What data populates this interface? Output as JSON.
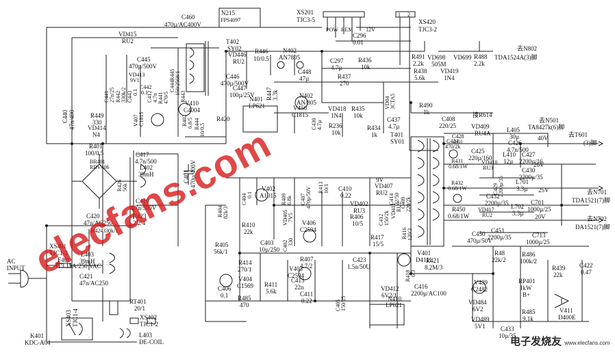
{
  "labels": {
    "n215": "N215",
    "n215_part": "FPS4097",
    "xs201": "XS201",
    "xs201_part": "TJC3-5",
    "xs420": "XS420",
    "xs420_part": "TJC3-2",
    "c460": "C460",
    "c460_val": "470µ/AC400V",
    "pin1": "1",
    "pin2": "2",
    "vd415": "VD415",
    "vd415_part": "RU2",
    "c445": "C445",
    "c445_val": "470µ/500V",
    "vd413": "VD413",
    "vd413_val": "9V1",
    "c442": "C442",
    "c442_val": "0.1",
    "t402": "T402",
    "t402_part": "SY02",
    "vd446": "VD446",
    "vd446_part": "RU2",
    "r446": "R446",
    "r446_val": "10/0.5",
    "n402a": "N402",
    "n402a_part": "AN7805",
    "c446": "C446",
    "c446_val": "470µ/500V",
    "c447": "C447",
    "c447_val": "100µ/25V",
    "c448": "C448",
    "c448_val": "47µ",
    "c297": "C297",
    "c297_val": "4.7µ",
    "c296": "C296",
    "c296_val": "0.01",
    "v12": "12V",
    "pow": "POW",
    "rem": "REM",
    "r436": "R436",
    "r436_val": "10k",
    "r437": "R437",
    "r437_val": "270",
    "r491": "R491",
    "r491_val": "2.2k",
    "vd698": "VD698",
    "vd698_val": "505M",
    "vd699": "VD699",
    "r488": "R488",
    "r488_val": "2.2k",
    "to_n802": "去N802",
    "to_n802_2": "TDA1524A(3)脚",
    "r438": "R438",
    "r438_val": "5.6k",
    "vd419": "VD419",
    "vd419_val": "1N4",
    "c440": "C440",
    "c440_val": "47n/400",
    "c441": "C441",
    "c441_val": "27n/25",
    "r442": "R442",
    "r442_val": "330k/2",
    "c443": "C443",
    "c443_val": "0.1",
    "r445": "R445",
    "r445_val": "68/1",
    "c412": "C412",
    "c412_val": "4.7n",
    "c444": "C444",
    "c444_val": "150/25",
    "r441": "R441",
    "r441_val": "470/5",
    "r443": "R443",
    "v410": "V410",
    "v410_part": "C4004",
    "n401": "N401",
    "n401_part": "LP621",
    "r447": "R447",
    "r447_val": "3.3k",
    "n402b": "N402",
    "n402b_part": "AN/805",
    "v450": "V450",
    "v450_part": "C1815",
    "c430": "C430",
    "c430_val": "4.7µ",
    "r236": "R236",
    "r236_val": "10k",
    "vd418": "VD418",
    "vd418_val": "1N4",
    "r435": "R435",
    "r435_val": "10k",
    "r434": "R434",
    "r434_val": "1k",
    "vd04": "VD04",
    "vd04_val": "3CTA5",
    "c437": "C437",
    "c437_val": "4.7µ",
    "r490": "R490",
    "r490_val": "1k",
    "to_r614": "接R614",
    "r449": "R449",
    "r449_val": "330",
    "vd414": "VD414",
    "vd414_val": "N4",
    "v407": "V407",
    "v407_part": "C1815",
    "r402": "R402",
    "r402_val": "6.8/5",
    "r444": "R444",
    "r444_val": "10/0.5",
    "r420": "R420",
    "t401": "T401",
    "t401_part": "SY01",
    "c408": "C408",
    "c408_val": "220/25",
    "vd409": "VD409",
    "vd409_part": "RU4A",
    "l405": "L405",
    "l405_val": "30µ",
    "to_n501": "去N501",
    "to_n501_2": "TA8427k(6)脚",
    "v40": "40V",
    "c428": "C428",
    "c428_val": "0.01",
    "c425": "C425",
    "c425_val": "220µ/160",
    "c426": "C426",
    "c426_val": "4.7n/500",
    "to_t601": "去T601",
    "to_t601_2": "(3)脚",
    "r401": "R401",
    "r401_val": "100/0.5",
    "c424": "C424",
    "c424_val": "470/2k",
    "l410": "L410",
    "l410_val": "12µ",
    "c427": "C427",
    "c427_val": "2200µ/16",
    "v26": "26V",
    "c417": "C417",
    "c417_val": "4.7n/500",
    "br401": "BR401",
    "br401_part": "RBV406",
    "l402": "L402",
    "l402_val": "39mH",
    "r426": "R426",
    "r426_val": "56k",
    "c401": "C401",
    "c401_val": "470µ/400V",
    "r431": "R431",
    "r431_val": "0.68/1W",
    "vd410": "VD410",
    "vd410_part": "RU3",
    "c429": "C429",
    "c429_val": "2200µ/35",
    "l701": "L701",
    "l701_val": "3.3µ",
    "c430b": "C430",
    "c430b_val": "2200µ/35",
    "v25": "25V",
    "c419": "C419",
    "c419_val": "4.7n/500V",
    "v402": "V402",
    "v402_part": "A1015",
    "c404": "C404",
    "c404_val": "0.1",
    "r409": "R409",
    "r409_val": "6.8k",
    "r413": "R413",
    "r413_val": "10/1",
    "c410": "C410",
    "c410_val": "0.22",
    "v9": "9V",
    "vd407": "VD407",
    "vd407_part": "RU2",
    "c414": "C414",
    "c414_val": "22/50",
    "c409": "C409",
    "c409_val": "220/2k",
    "r432": "R432",
    "r432_val": "0.68/1W",
    "c432": "C432",
    "c432_val": "2200µ/35",
    "l702": "L702",
    "l702_val": "3.3µ",
    "c701": "C701",
    "c701_val": "1000µ/25",
    "to_n701": "去N701",
    "to_n701_2": "TDA1521(7)脚",
    "c420": "C420",
    "c420_val": "47n/AC250",
    "r423": "R423",
    "r423_val": "2.2/4",
    "r424": "R424",
    "r424_val": "330k/1",
    "r404": "R404",
    "r404_val": "82k/3",
    "c407": "C407",
    "c407_val": "470µ/50V",
    "vd402": "VD402",
    "vd402_part": "RU3",
    "r406": "R406",
    "r406_val": "10/5",
    "c412b": "C412",
    "c412b_val": "150/2k",
    "vd411": "VD411",
    "vd411_part": "RU2",
    "r450": "R450",
    "r450_val": "0.68/1W",
    "vd417": "VD417",
    "vd417_part": "RU2",
    "v20": "20V",
    "to_n702": "去N702",
    "to_n702_2": "DA1521(7)脚",
    "r410": "R410",
    "r410_val": "22k",
    "vd405": "VD405",
    "vd405_val": "7V5",
    "v406": "V406",
    "v406_part": "C2594",
    "c402": "C402",
    "c402_val": "330",
    "r416": "R416",
    "r416_val": "120/3",
    "c451": "C451",
    "c451_val": "2200µ/35",
    "c713": "C713",
    "c713_val": "1000µ/25",
    "xs401": "XS401",
    "xs401_part": "TJC1-2",
    "r405": "R405",
    "r405_val": "56k/1",
    "c403": "C403",
    "c403_val": "10µ/250",
    "r417": "R417",
    "r417_val": "15/5",
    "v401": "V401",
    "v401_part": "D4111",
    "c450": "C450",
    "c450_val": "470µ/50V",
    "l403": "L403",
    "l403_val": "39mH",
    "ac_input": "AC",
    "ac_input_2": "INPUT",
    "f401": "F401",
    "f401_val": "T3.15A/250 VAC",
    "r414": "R414",
    "r414_val": "270/1",
    "r407": "R407",
    "r407_val": "4.7/2",
    "v403": "V403",
    "v403_part": "C2594",
    "c423": "C423",
    "c423_val": "1.5n/50U",
    "r421": "R421",
    "r421_val": "8.2M/3",
    "r48": "R48",
    "r48_val": "22k/2",
    "r486": "R486",
    "r486_val": "100k/2",
    "r439": "R439",
    "r439_val": "22k",
    "c422": "C422",
    "c422_val": "0.47",
    "c421": "C421",
    "c421_val": "47n/AC250",
    "v404": "V404",
    "v404_part": "C1569",
    "r411": "R411",
    "r411_val": "5.6k",
    "c413": "C413",
    "c413_val": "22n",
    "c411": "C411",
    "c411_val": "0.22",
    "c405": "C405",
    "c405_val": "150/25",
    "c406": "C406",
    "c406_val": "0.1",
    "vd412": "VD412",
    "vd412_val": "6V2/1",
    "r418": "R418",
    "r418_val": "6/3",
    "c416": "C416",
    "c416_val": "2200µ/AC100",
    "v489": "V489",
    "v489_part": "C2482",
    "rp401": "RP401",
    "rp401_val": "1kW",
    "rp401_b": "B+",
    "n410": "N410",
    "n410_part": "LP621",
    "rt401": "RT401",
    "rt401_val": "20/1",
    "r485": "R485",
    "r485_val": "470",
    "vd484": "VD484",
    "vd484_val": "6V2",
    "r485b": "R485",
    "r485b_val": "9.1k",
    "v411": "V411",
    "v411_part": "D400E",
    "vd489": "VD489",
    "vd489_val": "5V1",
    "c433": "C433",
    "c433_val": "10µ/35",
    "xs403": "XS403",
    "xs403_part": "TJC1-4",
    "xs402": "XS402",
    "xs402_part": "TJC1-2",
    "l403b": "L403",
    "l403b_val": "DE-COIL",
    "k401": "K401",
    "k401_part": "KDC-A04"
  },
  "watermark": "elecfans.com",
  "logo": "电子发烧友",
  "logo_sub": "www.elecfans.com"
}
